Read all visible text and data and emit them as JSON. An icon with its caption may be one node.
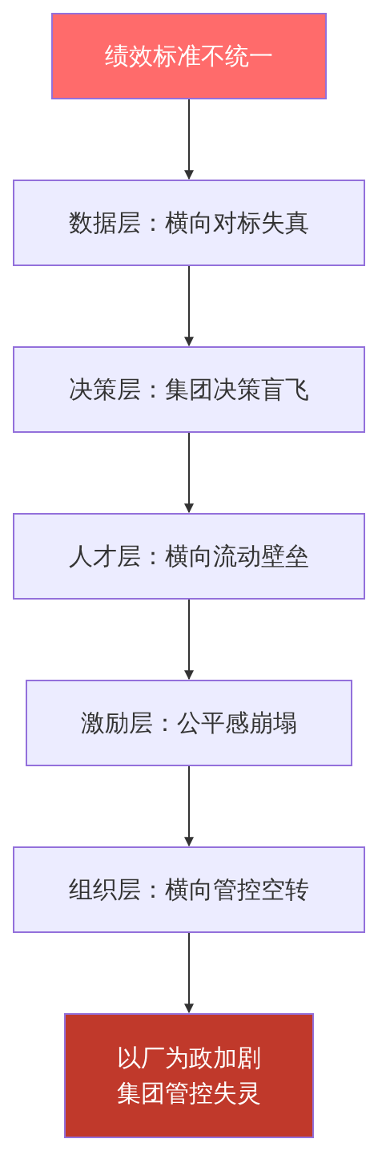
{
  "diagram": {
    "nodes": [
      {
        "text": [
          "绩效标准不统一"
        ]
      },
      {
        "text": [
          "数据层：横向对标失真"
        ]
      },
      {
        "text": [
          "决策层：集团决策盲飞"
        ]
      },
      {
        "text": [
          "人才层：横向流动壁垒"
        ]
      },
      {
        "text": [
          "激励层：公平感崩塌"
        ]
      },
      {
        "text": [
          "组织层：横向管控空转"
        ]
      },
      {
        "text": [
          "以厂为政加剧集团管控失灵"
        ]
      }
    ],
    "edges": [
      {
        "from": 0,
        "to": 1,
        "arrow": "to"
      },
      {
        "from": 1,
        "to": 2,
        "arrow": "to"
      },
      {
        "from": 2,
        "to": 3,
        "arrow": "to"
      },
      {
        "from": 3,
        "to": 4,
        "arrow": "to"
      },
      {
        "from": 4,
        "to": 5,
        "arrow": "to"
      },
      {
        "from": 5,
        "to": 6,
        "arrow": "to"
      }
    ]
  }
}
